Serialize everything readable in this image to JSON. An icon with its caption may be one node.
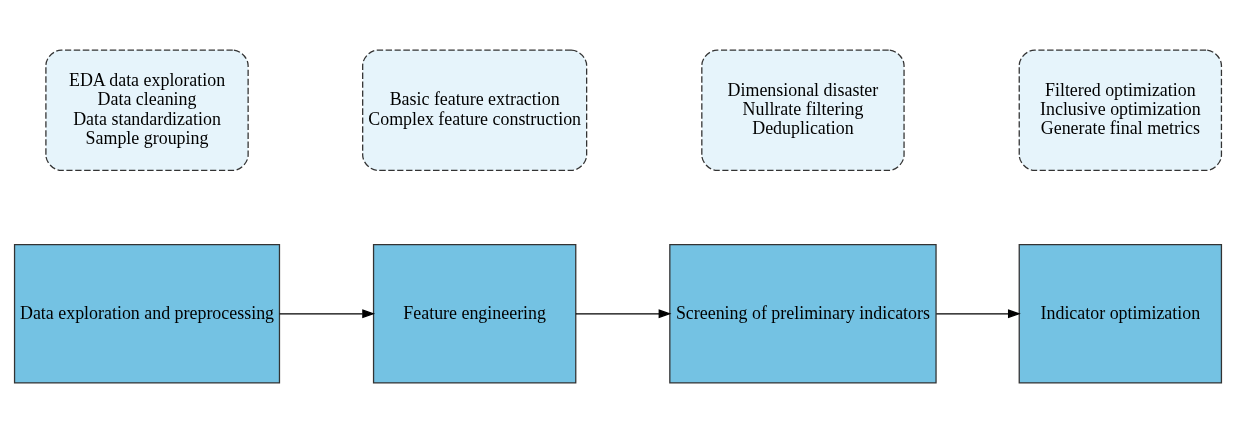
{
  "diagram": {
    "nodes": [
      {
        "text": [
          "Data exploration and preprocessing"
        ]
      },
      {
        "text": [
          "Feature engineering"
        ]
      },
      {
        "text": [
          "Screening of preliminary indicators"
        ]
      },
      {
        "text": [
          "Indicator optimization"
        ]
      },
      {
        "text": [
          "EDA data exploration",
          "Data cleaning",
          "Data standardization",
          "Sample grouping"
        ]
      },
      {
        "text": [
          "Basic feature extraction",
          "Complex feature construction"
        ]
      },
      {
        "text": [
          "Dimensional disaster",
          "Nullrate filtering",
          "Deduplication"
        ]
      },
      {
        "text": [
          "Filtered optimization",
          "Inclusive optimization",
          "Generate final metrics"
        ]
      }
    ],
    "edges": [
      {
        "from": 0,
        "to": 1,
        "arrow": "to"
      },
      {
        "from": 1,
        "to": 2,
        "arrow": "to"
      },
      {
        "from": 2,
        "to": 3,
        "arrow": "to"
      }
    ]
  }
}
